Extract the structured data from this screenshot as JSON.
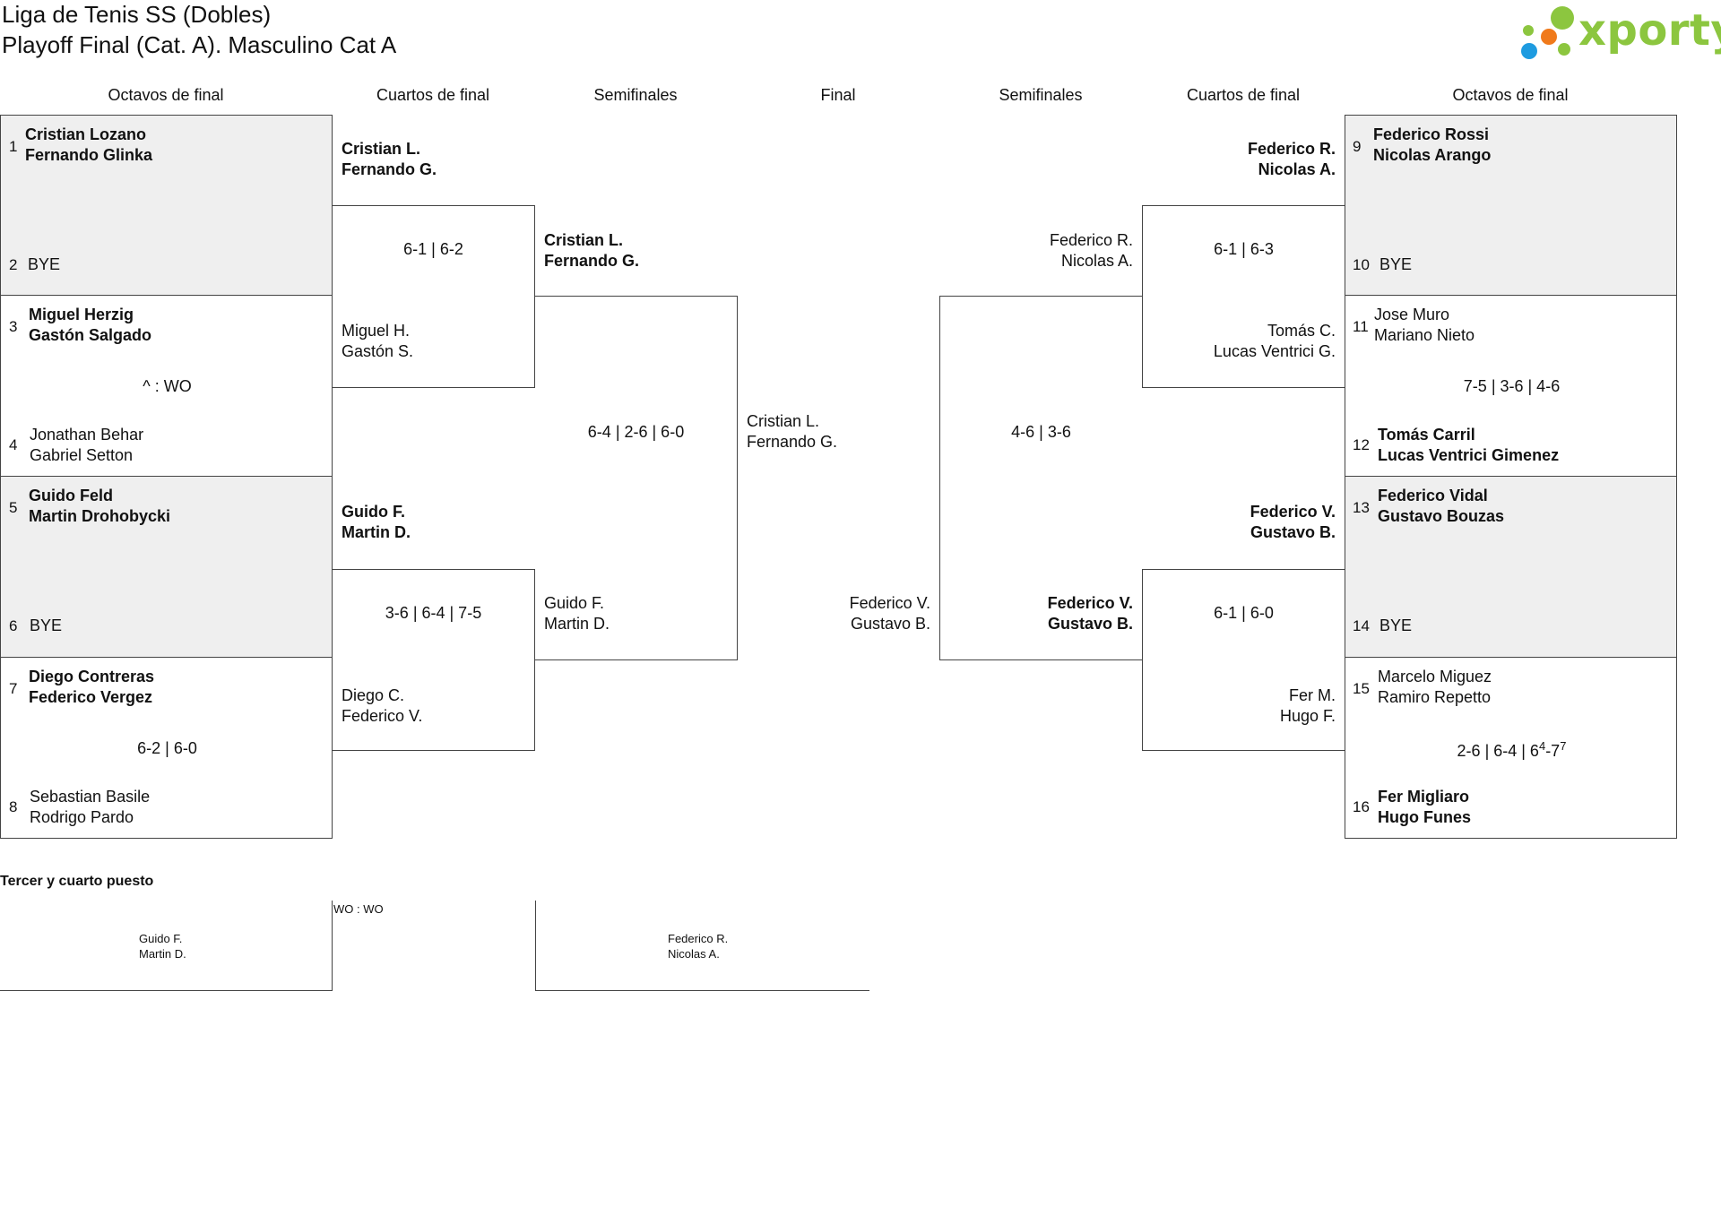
{
  "header": {
    "title_line1": "Liga de Tenis SS (Dobles)",
    "title_line2": "Playoff Final (Cat. A). Masculino Cat A",
    "logo_text": "xporty"
  },
  "rounds": {
    "left": [
      "Octavos de final",
      "Cuartos de final",
      "Semifinales"
    ],
    "final": "Final",
    "right": [
      "Semifinales",
      "Cuartos de final",
      "Octavos de final"
    ]
  },
  "round_of_16": {
    "left": [
      {
        "seed_a": "1",
        "a": [
          "Cristian Lozano",
          "Fernando Glinka"
        ],
        "seed_b": "2",
        "b": [
          "BYE"
        ],
        "score": ""
      },
      {
        "seed_a": "3",
        "a": [
          "Miguel Herzig",
          "Gastón Salgado"
        ],
        "seed_b": "4",
        "b": [
          "Jonathan Behar",
          "Gabriel Setton"
        ],
        "score": "^ : WO"
      },
      {
        "seed_a": "5",
        "a": [
          "Guido Feld",
          "Martin Drohobycki"
        ],
        "seed_b": "6",
        "b": [
          "BYE"
        ],
        "score": ""
      },
      {
        "seed_a": "7",
        "a": [
          "Diego Contreras",
          "Federico Vergez"
        ],
        "seed_b": "8",
        "b": [
          "Sebastian Basile",
          "Rodrigo Pardo"
        ],
        "score": "6-2 | 6-0"
      }
    ],
    "right": [
      {
        "seed_a": "9",
        "a": [
          "Federico Rossi",
          "Nicolas Arango"
        ],
        "seed_b": "10",
        "b": [
          "BYE"
        ],
        "score": ""
      },
      {
        "seed_a": "11",
        "a": [
          "Jose Muro",
          "Mariano Nieto"
        ],
        "seed_b": "12",
        "b": [
          "Tomás Carril",
          "Lucas Ventrici Gimenez"
        ],
        "score": "7-5 | 3-6 | 4-6"
      },
      {
        "seed_a": "13",
        "a": [
          "Federico Vidal",
          "Gustavo Bouzas"
        ],
        "seed_b": "14",
        "b": [
          "BYE"
        ],
        "score": ""
      },
      {
        "seed_a": "15",
        "a": [
          "Marcelo Miguez",
          "Ramiro Repetto"
        ],
        "seed_b": "16",
        "b": [
          "Fer Migliaro",
          "Hugo Funes"
        ],
        "score_main": "2-6 | 6-4 | 6",
        "score_sup1": "4",
        "score_mid": "-7",
        "score_sup2": "7"
      }
    ]
  },
  "quarterfinals": {
    "left": [
      {
        "a": [
          "Cristian L.",
          "Fernando G."
        ],
        "b": [
          "Miguel H.",
          "Gastón S."
        ],
        "score": "6-1 | 6-2"
      },
      {
        "a": [
          "Guido F.",
          "Martin D."
        ],
        "b": [
          "Diego C.",
          "Federico V."
        ],
        "score": "3-6 | 6-4 | 7-5"
      }
    ],
    "right": [
      {
        "a": [
          "Federico R.",
          "Nicolas A."
        ],
        "b": [
          "Tomás C.",
          "Lucas Ventrici G."
        ],
        "score": "6-1 | 6-3"
      },
      {
        "a": [
          "Federico V.",
          "Gustavo B."
        ],
        "b": [
          "Fer M.",
          "Hugo F."
        ],
        "score": "6-1 | 6-0"
      }
    ]
  },
  "semifinals": {
    "left": {
      "a": [
        "Cristian L.",
        "Fernando G."
      ],
      "b": [
        "Guido F.",
        "Martin D."
      ],
      "score": "6-4 | 2-6 | 6-0"
    },
    "right": {
      "a": [
        "Federico R.",
        "Nicolas A."
      ],
      "b": [
        "Federico V.",
        "Gustavo B."
      ],
      "score": "4-6 | 3-6"
    }
  },
  "final": {
    "a": [
      "Cristian L.",
      "Fernando G."
    ],
    "b": [
      "Federico V.",
      "Gustavo B."
    ]
  },
  "third_place": {
    "title": "Tercer y cuarto puesto",
    "score": "WO : WO",
    "a": [
      "Guido F.",
      "Martin D."
    ],
    "b": [
      "Federico R.",
      "Nicolas A."
    ]
  },
  "colors": {
    "logo_green": "#8cc63f",
    "logo_blue": "#1e9be0",
    "logo_orange": "#f07a1b",
    "shaded_row": "#efefef"
  }
}
